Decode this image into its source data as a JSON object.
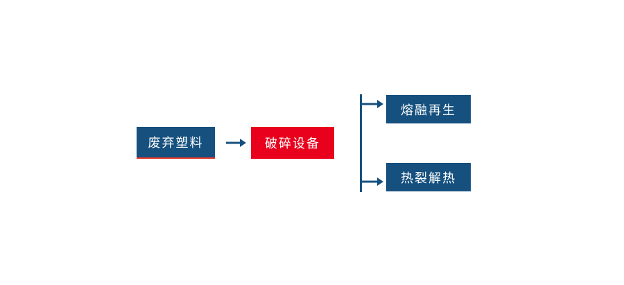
{
  "diagram": {
    "colors": {
      "background": "#ffffff",
      "node_navy": "#15507f",
      "node_red": "#e8001c",
      "arrow": "#15507f",
      "text": "#ffffff"
    },
    "nodes": {
      "waste": {
        "label": "废弃塑料",
        "color": "#15507f"
      },
      "crush": {
        "label": "破碎设备",
        "color": "#e8001c"
      },
      "melt": {
        "label": "熔融再生",
        "color": "#15507f"
      },
      "pyrolysis": {
        "label": "热裂解热",
        "color": "#15507f"
      }
    },
    "edges": [
      {
        "from": "waste",
        "to": "crush"
      },
      {
        "from": "crush",
        "to": "melt"
      },
      {
        "from": "crush",
        "to": "pyrolysis"
      }
    ]
  }
}
